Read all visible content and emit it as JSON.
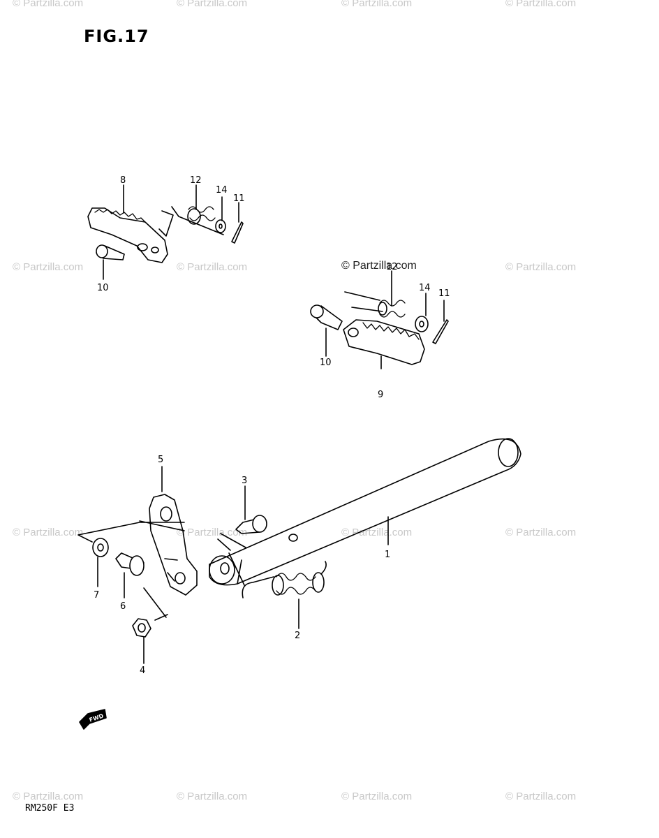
{
  "figure": {
    "title": "FIG.17",
    "model_code": "RM250F  E3"
  },
  "watermark": {
    "text": "© Partzilla.com",
    "highlight_text": "© Partzilla.com"
  },
  "labels": {
    "n1": "1",
    "n2": "2",
    "n3": "3",
    "n4": "4",
    "n5": "5",
    "n6": "6",
    "n7": "7",
    "n8": "8",
    "n9": "9",
    "n10a": "10",
    "n10b": "10",
    "n11a": "11",
    "n11b": "11",
    "n12a": "12",
    "n12b": "12",
    "n14a": "14",
    "n14b": "14"
  },
  "direction_marker": {
    "text": "FWD",
    "icon": "forward-arrow-icon"
  }
}
